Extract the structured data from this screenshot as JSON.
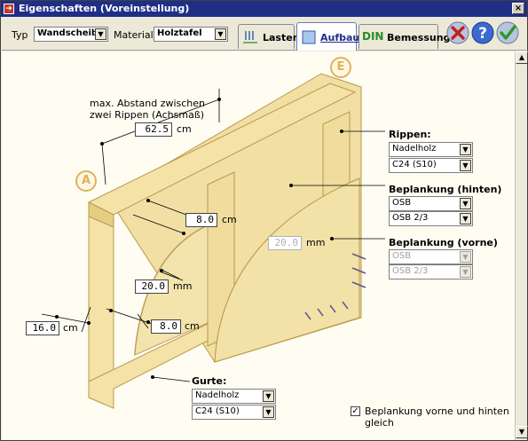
{
  "window": {
    "title": "Eigenschaften (Voreinstellung)",
    "close_label": "×"
  },
  "toolbar": {
    "typ_label": "Typ",
    "typ_value": "Wandscheibe",
    "material_label": "Material",
    "material_value": "Holztafel",
    "tabs": [
      {
        "label": "Lasten",
        "active": false
      },
      {
        "label": "Aufbau",
        "active": true
      },
      {
        "label": "Bemessung",
        "active": false,
        "prefix": "DIN"
      }
    ]
  },
  "drawing": {
    "label_e": "E",
    "label_a": "A",
    "rib_spacing_caption_1": "max. Abstand zwischen",
    "rib_spacing_caption_2": "zwei Rippen (Achsmaß)",
    "rib_spacing_value": "62.5",
    "rib_spacing_unit": "cm",
    "rib_width_value": "8.0",
    "rib_width_unit": "cm",
    "sheathing_back_value": "20.0",
    "sheathing_back_unit": "mm",
    "sheathing_front_value": "20.0",
    "sheathing_front_unit": "mm",
    "chord_height_value": "16.0",
    "chord_height_unit": "cm",
    "chord_width_value": "8.0",
    "chord_width_unit": "cm"
  },
  "rippen": {
    "title": "Rippen:",
    "material": "Nadelholz",
    "grade": "C24 (S10)"
  },
  "beplankung_hinten": {
    "title": "Beplankung (hinten)",
    "material": "OSB",
    "grade": "OSB 2/3"
  },
  "beplankung_vorne": {
    "title": "Beplankung (vorne)",
    "material": "OSB",
    "grade": "OSB 2/3"
  },
  "gurte": {
    "title": "Gurte:",
    "material": "Nadelholz",
    "grade": "C24 (S10)"
  },
  "same_sheathing": {
    "label": "Beplankung vorne und hinten gleich",
    "checked": "✓"
  }
}
